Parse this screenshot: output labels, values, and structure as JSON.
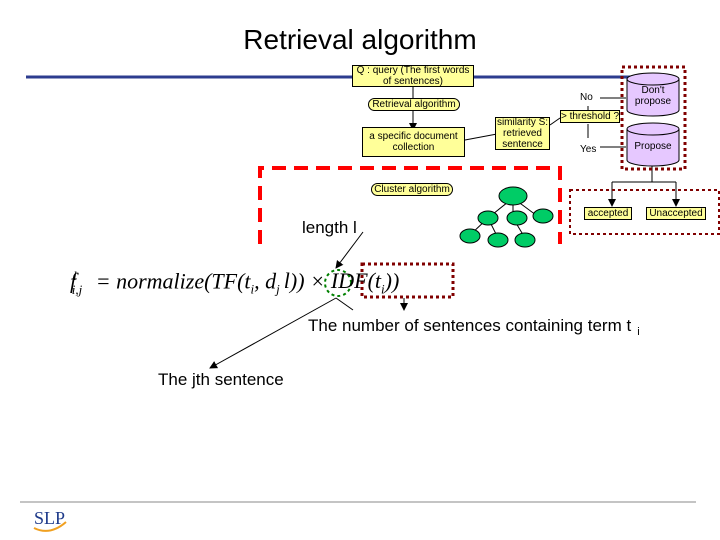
{
  "slide": {
    "title": "Retrieval algorithm",
    "query_box": "Q : query (The first words of sentences)",
    "retrieval_algorithm_pill": "Retrieval algorithm",
    "document_collection_box": "a specific document collection",
    "similarity_box": "similarity S: retrieved sentence",
    "threshold_label": "> threshold ?",
    "no_label": "No",
    "yes_label": "Yes",
    "dont_propose": "Don't propose",
    "propose": "Propose",
    "cluster_algorithm_pill": "Cluster algorithm",
    "accepted_box": "accepted",
    "unaccepted_box": "Unaccepted",
    "length_label": "length l",
    "formula": {
      "lhs": "f",
      "lhs_sub": "i,j",
      "lhs_sup": "l",
      "rhs_text": " = normalize(TF(t",
      "sub_i": "i",
      "d_text": ", d",
      "sub_j": "j",
      "l_text": "l",
      "close_text": ")) ",
      "times": "×",
      "idf_text": "IDF(t",
      "idf_close": "))"
    },
    "sentences_note": "The number of sentences containing term t",
    "sentences_note_sub": "i",
    "jth_sentence": "The jth sentence"
  },
  "colors": {
    "accent_line": "#2d3c8f",
    "red_dash": "#ff0000",
    "dotted_frame": "#800000",
    "box_fill": "#ffff99",
    "cylinder_fill": "#e6c8ff",
    "tree_fill": "#00cc66"
  },
  "logo": {
    "text": "SLP"
  }
}
